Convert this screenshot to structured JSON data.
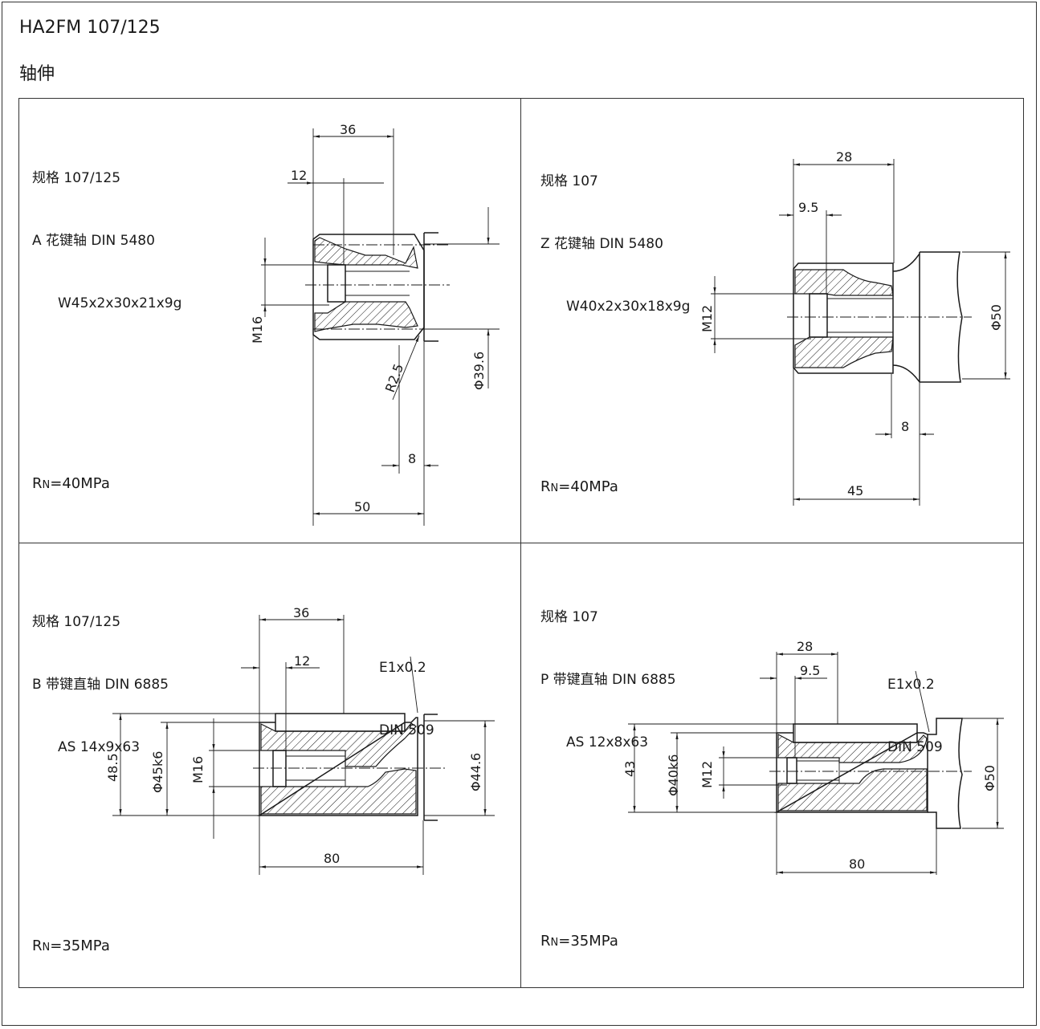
{
  "header": {
    "title": "HA2FM 107/125",
    "subtitle": "轴伸"
  },
  "panels": [
    {
      "id": "A",
      "spec_lines": [
        "规格 107/125",
        "A 花键轴 DIN 5480",
        "W45x2x30x21x9g"
      ],
      "rating": {
        "prefix": "R",
        "sub": "N",
        "value": "=40MPa"
      },
      "dims": {
        "d36": "36",
        "d12": "12",
        "m16": "M16",
        "r25": "R2.5",
        "phi396": "Φ39.6",
        "d8": "8",
        "d50": "50"
      }
    },
    {
      "id": "Z",
      "spec_lines": [
        "规格 107",
        "Z 花键轴 DIN 5480",
        "W40x2x30x18x9g"
      ],
      "rating": {
        "prefix": "R",
        "sub": "N",
        "value": "=40MPa"
      },
      "dims": {
        "d28": "28",
        "d95": "9.5",
        "m12": "M12",
        "phi50": "Φ50",
        "d8": "8",
        "d45": "45"
      }
    },
    {
      "id": "B",
      "spec_lines": [
        "规格 107/125",
        "B 带键直轴 DIN 6885",
        "AS 14x9x63"
      ],
      "rating": {
        "prefix": "R",
        "sub": "N",
        "value": "=35MPa"
      },
      "note_lines": [
        "E1x0.2",
        "DIN 509"
      ],
      "dims": {
        "d36": "36",
        "d12": "12",
        "d485": "48.5",
        "phi45k6": "Φ45k6",
        "m16": "M16",
        "phi446": "Φ44.6",
        "d80": "80"
      }
    },
    {
      "id": "P",
      "spec_lines": [
        "规格 107",
        "P 带键直轴 DIN 6885",
        "AS 12x8x63"
      ],
      "rating": {
        "prefix": "R",
        "sub": "N",
        "value": "=35MPa"
      },
      "note_lines": [
        "E1x0.2",
        "DIN 509"
      ],
      "dims": {
        "d28": "28",
        "d95": "9.5",
        "d43": "43",
        "phi40k6": "Φ40k6",
        "m12": "M12",
        "phi50": "Φ50",
        "d80": "80"
      }
    }
  ]
}
